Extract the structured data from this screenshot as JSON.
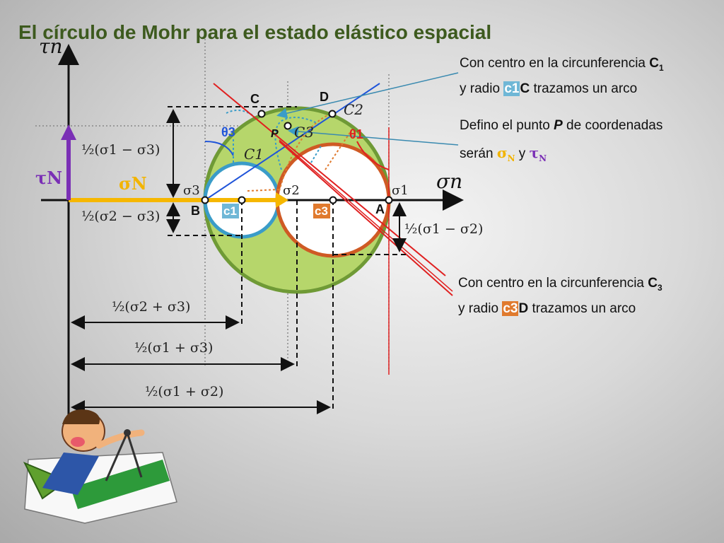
{
  "title": "El círculo de Mohr para el estado elástico espacial",
  "notes": {
    "n1_pre": "Con centro en la circunferencia ",
    "n1_c": "C",
    "n1_sub": "1",
    "n1_l2_pre": "y radio ",
    "n1_c1": "c1",
    "n1_C": "C",
    "n1_l2_post": " trazamos un arco",
    "n2_pre": "Defino el punto ",
    "n2_P": "P",
    "n2_post": " de coordenadas",
    "n2_l2_pre": "serán ",
    "n2_sigma": "σ",
    "n2_sigma_sub": "N",
    "n2_y": " y ",
    "n2_tau": "τ",
    "n2_tau_sub": "N",
    "n3_pre": "Con centro en la circunferencia ",
    "n3_c": "C",
    "n3_sub": "3",
    "n3_l2_pre": "y radio ",
    "n3_c3": "c3",
    "n3_D": "D",
    "n3_l2_post": " trazamos un arco"
  },
  "axes": {
    "y_axis": "τn",
    "x_axis": "σn"
  },
  "points": {
    "A": "A",
    "B": "B",
    "C": "C",
    "D": "D",
    "P": "P",
    "c1": "c1",
    "c3": "c3",
    "C1": "C1",
    "C2": "C2",
    "C3": "C3",
    "theta3": "θ3",
    "theta1": "θ1",
    "sigma1": "σ1",
    "sigma2": "σ2",
    "sigma3": "σ3",
    "sigmaN": "σN",
    "tauN": "τN"
  },
  "dimensions": {
    "d13": "½(σ1 − σ3)",
    "d23": "½(σ2 − σ3)",
    "d12": "½(σ1 − σ2)",
    "s23": "½(σ2 + σ3)",
    "s13": "½(σ1 + σ3)",
    "s12": "½(σ1 + σ2)"
  },
  "colors": {
    "big_circle_fill": "#b6d66b",
    "big_circle_stroke": "#6f9a36",
    "c1_stroke": "#3a9cc8",
    "c3_stroke": "#cf5a24",
    "sigma_arrow": "#f6b700",
    "tau_arrow": "#7a2fb5",
    "blue_line": "#1f54d9",
    "red_line": "#e02020"
  },
  "figure": "engineer-with-compass-icon"
}
